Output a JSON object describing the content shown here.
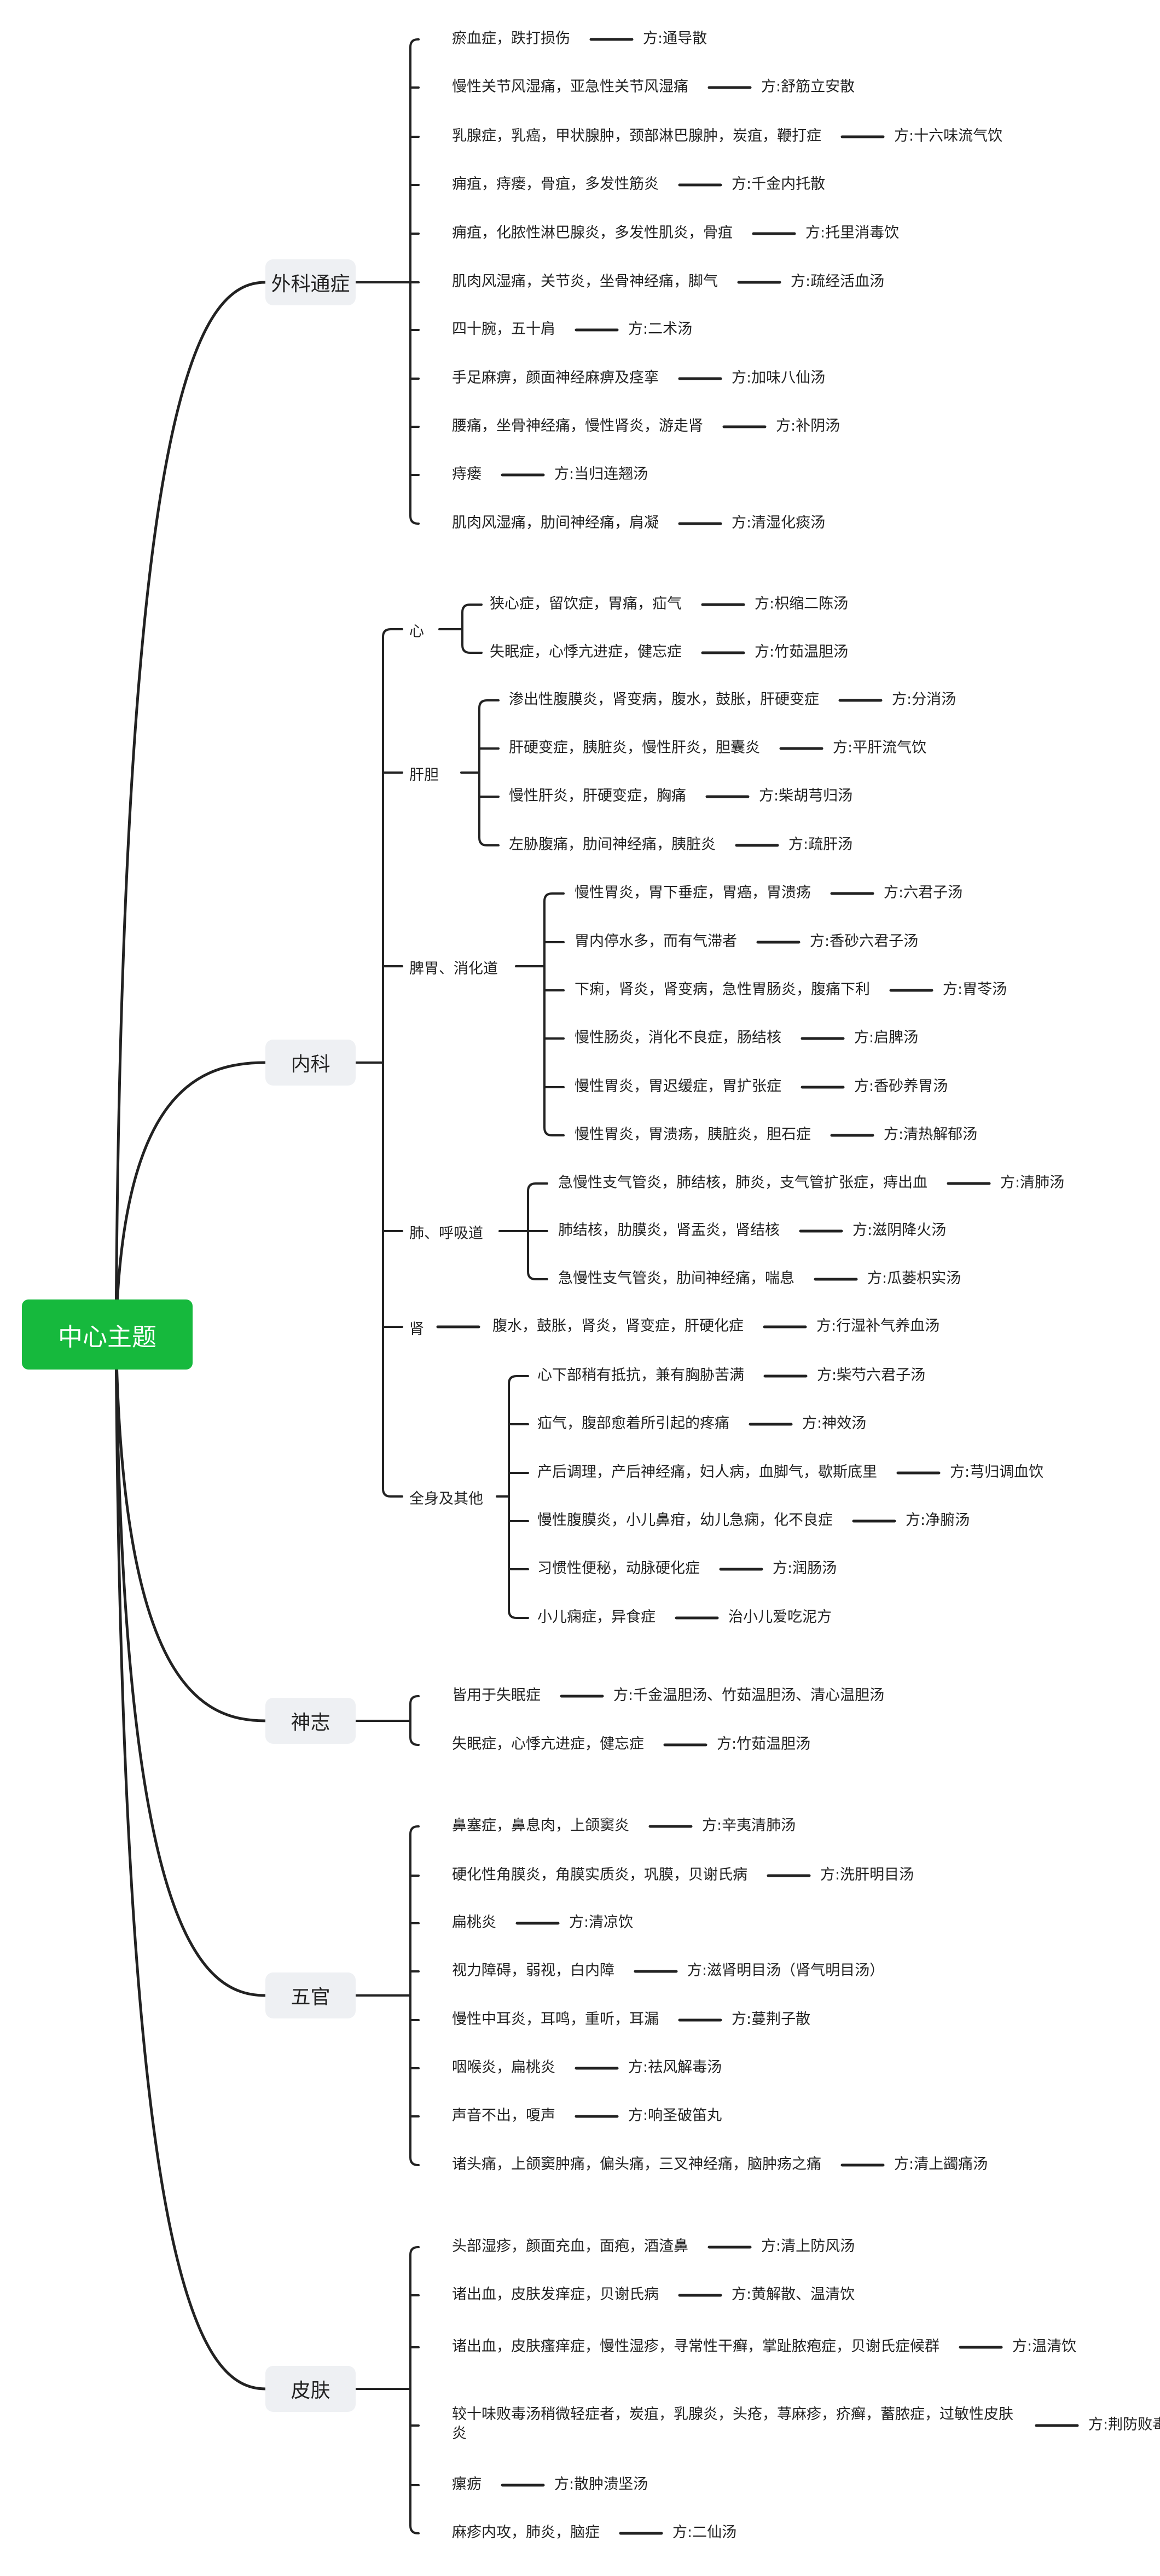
{
  "root": "中心主题",
  "branches": [
    {
      "label": "外科通症",
      "items": [
        {
          "symptom": "瘀血症，跌打损伤",
          "remedy": "方:通导散"
        },
        {
          "symptom": "慢性关节风湿痛，亚急性关节风湿痛",
          "remedy": "方:舒筋立安散"
        },
        {
          "symptom": "乳腺症，乳癌，甲状腺肿，颈部淋巴腺肿，炭疽，鞭打症",
          "remedy": "方:十六味流气饮"
        },
        {
          "symptom": "痈疽，痔瘘，骨疽，多发性筋炎",
          "remedy": "方:千金内托散"
        },
        {
          "symptom": "痈疽，化脓性淋巴腺炎，多发性肌炎，骨疽",
          "remedy": "方:托里消毒饮"
        },
        {
          "symptom": "肌肉风湿痛，关节炎，坐骨神经痛，脚气",
          "remedy": "方:疏经活血汤"
        },
        {
          "symptom": "四十腕，五十肩",
          "remedy": "方:二术汤"
        },
        {
          "symptom": "手足麻痹，颜面神经麻痹及痉挛",
          "remedy": "方:加味八仙汤"
        },
        {
          "symptom": "腰痛，坐骨神经痛，慢性肾炎，游走肾",
          "remedy": "方:补阴汤"
        },
        {
          "symptom": "痔瘘",
          "remedy": "方:当归连翘汤"
        },
        {
          "symptom": "肌肉风湿痛，肋间神经痛，肩凝",
          "remedy": "方:清湿化痰汤"
        }
      ]
    },
    {
      "label": "内科",
      "groups": [
        {
          "label": "心",
          "items": [
            {
              "symptom": "狭心症，留饮症，胃痛，疝气",
              "remedy": "方:枳缩二陈汤"
            },
            {
              "symptom": "失眠症，心悸亢进症，健忘症",
              "remedy": "方:竹茹温胆汤"
            }
          ]
        },
        {
          "label": "肝胆",
          "items": [
            {
              "symptom": "渗出性腹膜炎，肾变病，腹水，鼓胀，肝硬变症",
              "remedy": "方:分消汤"
            },
            {
              "symptom": "肝硬变症，胰脏炎，慢性肝炎，胆囊炎",
              "remedy": "方:平肝流气饮"
            },
            {
              "symptom": "慢性肝炎，肝硬变症，胸痛",
              "remedy": "方:柴胡芎归汤"
            },
            {
              "symptom": "左胁腹痛，肋间神经痛，胰脏炎",
              "remedy": "方:疏肝汤"
            }
          ]
        },
        {
          "label": "脾胃、消化道",
          "items": [
            {
              "symptom": "慢性胃炎，胃下垂症，胃癌，胃溃疡",
              "remedy": "方:六君子汤"
            },
            {
              "symptom": "胃内停水多，而有气滞者",
              "remedy": "方:香砂六君子汤"
            },
            {
              "symptom": "下痢，肾炎，肾变病，急性胃肠炎，腹痛下利",
              "remedy": "方:胃苓汤"
            },
            {
              "symptom": "慢性肠炎，消化不良症，肠结核",
              "remedy": "方:启脾汤"
            },
            {
              "symptom": "慢性胃炎，胃迟缓症，胃扩张症",
              "remedy": "方:香砂养胃汤"
            },
            {
              "symptom": "慢性胃炎，胃溃疡，胰脏炎，胆石症",
              "remedy": "方:清热解郁汤"
            }
          ]
        },
        {
          "label": "肺、呼吸道",
          "items": [
            {
              "symptom": "急慢性支气管炎，肺结核，肺炎，支气管扩张症，痔出血",
              "remedy": "方:清肺汤"
            },
            {
              "symptom": "肺结核，肋膜炎，肾盂炎，肾结核",
              "remedy": "方:滋阴降火汤"
            },
            {
              "symptom": "急慢性支气管炎，肋间神经痛，喘息",
              "remedy": "方:瓜蒌枳实汤"
            }
          ]
        },
        {
          "label": "肾",
          "items": [
            {
              "symptom": "腹水，鼓胀，肾炎，肾变症，肝硬化症",
              "remedy": "方:行湿补气养血汤"
            }
          ]
        },
        {
          "label": "全身及其他",
          "items": [
            {
              "symptom": "心下部稍有抵抗，兼有胸胁苦满",
              "remedy": "方:柴芍六君子汤"
            },
            {
              "symptom": "疝气，腹部愈着所引起的疼痛",
              "remedy": "方:神效汤"
            },
            {
              "symptom": "产后调理，产后神经痛，妇人病，血脚气，歇斯底里",
              "remedy": "方:芎归调血饮"
            },
            {
              "symptom": "慢性腹膜炎，小儿鼻疳，幼儿急痫，化不良症",
              "remedy": "方:净腑汤"
            },
            {
              "symptom": "习惯性便秘，动脉硬化症",
              "remedy": "方:润肠汤"
            },
            {
              "symptom": "小儿痫症，异食症",
              "remedy": "治小儿爱吃泥方"
            }
          ]
        }
      ]
    },
    {
      "label": "神志",
      "items": [
        {
          "symptom": "皆用于失眠症",
          "remedy": "方:千金温胆汤、竹茹温胆汤、清心温胆汤"
        },
        {
          "symptom": "失眠症，心悸亢进症，健忘症",
          "remedy": "方:竹茹温胆汤"
        }
      ]
    },
    {
      "label": "五官",
      "items": [
        {
          "symptom": "鼻塞症，鼻息肉，上颌窦炎",
          "remedy": "方:辛夷清肺汤"
        },
        {
          "symptom": "硬化性角膜炎，角膜实质炎，巩膜，贝谢氏病",
          "remedy": "方:洗肝明目汤"
        },
        {
          "symptom": "扁桃炎",
          "remedy": "方:清凉饮"
        },
        {
          "symptom": "视力障碍，弱视，白内障",
          "remedy": "方:滋肾明目汤（肾气明目汤）"
        },
        {
          "symptom": "慢性中耳炎，耳鸣，重听，耳漏",
          "remedy": "方:蔓荆子散"
        },
        {
          "symptom": "咽喉炎，扁桃炎",
          "remedy": "方:祛风解毒汤"
        },
        {
          "symptom": "声音不出，嗄声",
          "remedy": "方:响圣破笛丸"
        },
        {
          "symptom": "诸头痛，上颌窦肿痛，偏头痛，三叉神经痛，脑肿疡之痛",
          "remedy": "方:清上蠲痛汤"
        }
      ]
    },
    {
      "label": "皮肤",
      "items": [
        {
          "symptom": "头部湿疹，颜面充血，面疱，酒渣鼻",
          "remedy": "方:清上防风汤"
        },
        {
          "symptom": "诸出血，皮肤发痒症，贝谢氏病",
          "remedy": "方:黄解散、温清饮"
        },
        {
          "symptom": "诸出血，皮肤瘙痒症，慢性湿疹，寻常性干癣，掌趾脓疱症，贝谢氏症候群",
          "remedy": "方:温清饮"
        },
        {
          "symptom": "较十味败毒汤稍微轻症者，炭疽，乳腺炎，头疮，荨麻疹，疥癣，蓄脓症，过敏性皮肤炎",
          "remedy": "方:荆防败毒散"
        },
        {
          "symptom": "瘰疬",
          "remedy": "方:散肿溃坚汤"
        },
        {
          "symptom": "麻疹内攻，肺炎，脑症",
          "remedy": "方:二仙汤"
        }
      ]
    }
  ],
  "colors": {
    "root": "#16b93d",
    "branch_bg": "#eef0f3",
    "line": "#222222"
  }
}
